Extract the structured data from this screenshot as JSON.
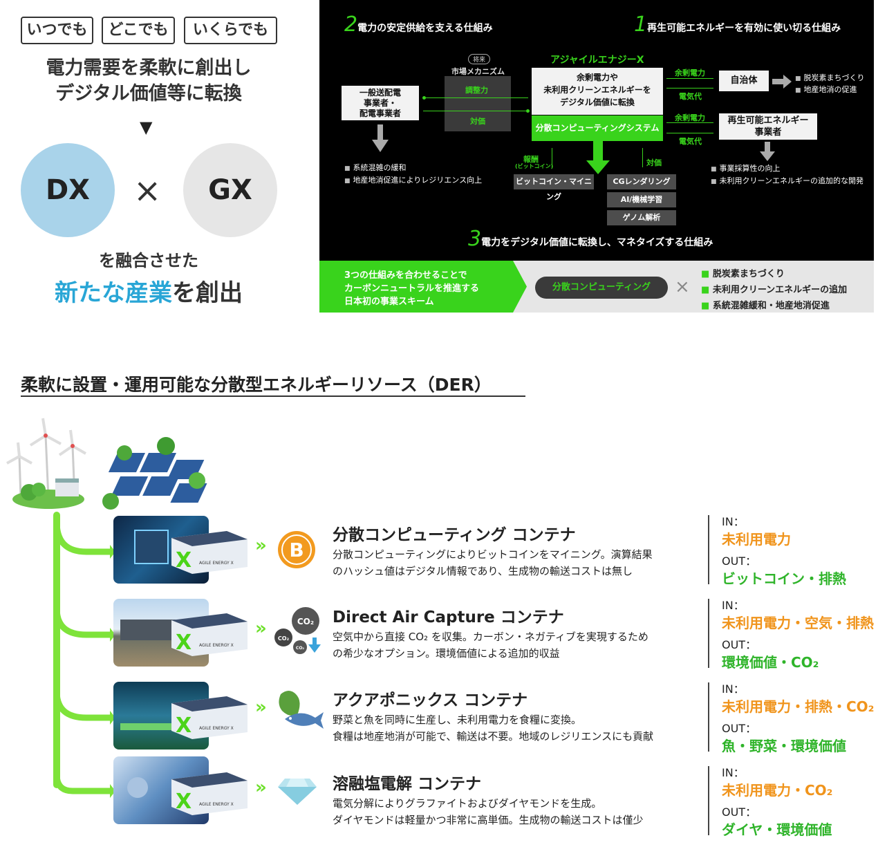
{
  "intro": {
    "keywords": [
      "いつでも",
      "どこでも",
      "いくらでも"
    ],
    "lead_line1": "電力需要を柔軟に創出し",
    "lead_line2": "デジタル価値等に転換",
    "arrow": "▼",
    "dx": "DX",
    "times": "×",
    "gx": "GX",
    "fuse": "を融合させた",
    "new_highlight": "新たな産業",
    "new_rest": "を創出",
    "colors": {
      "dx_circle": "#a9d3ea",
      "gx_circle": "#e6e6e6",
      "highlight": "#29a6d6"
    }
  },
  "diagram": {
    "title2_num": "2",
    "title2": "電力の安定供給を支える仕組み",
    "title1_num": "1",
    "title1": "再生可能エネルギーを有効に使い切る仕組み",
    "title3_num": "3",
    "title3": "電力をデジタル価値に転換し、マネタイズする仕組み",
    "future_tag": "将来",
    "market": "市場メカニズム",
    "adjust": "調整力",
    "value": "対価",
    "grid_box_l1": "一般送配電",
    "grid_box_l2": "事業者・",
    "grid_box_l3": "配電事業者",
    "grid_bullets": [
      "系統混雑の緩和",
      "地産地消促進によりレジリエンス向上"
    ],
    "center_name": "アジャイルエナジーX",
    "center_l1": "余剰電力や",
    "center_l2": "未利用クリーンエネルギーを",
    "center_l3": "デジタル価値に転換",
    "center_system": "分散コンピューティングシステム",
    "surplus1": "余剰電力",
    "fee1": "電気代",
    "surplus2": "余剰電力",
    "fee2": "電気代",
    "muni": "自治体",
    "muni_bullets": [
      "脱炭素まちづくり",
      "地産地消の促進"
    ],
    "re_l1": "再生可能エネルギー",
    "re_l2": "事業者",
    "re_bullets": [
      "事業採算性の向上",
      "未利用クリーンエネルギーの追加的な開発"
    ],
    "reward": "報酬",
    "reward_sub": "(ビットコイン)",
    "value2": "対価",
    "mining": "ビットコイン・マイニング",
    "services": [
      "CGレンダリング",
      "AI/機械学習",
      "ゲノム解析"
    ],
    "footer_l1": "3つの仕組みを合わせることで",
    "footer_l2": "カーボンニュートラルを推進する",
    "footer_l3": "日本初の事業スキーム",
    "footer_pill": "分散コンピューティング",
    "footer_times": "×",
    "footer_bullets": [
      "脱炭素まちづくり",
      "未利用クリーンエネルギーの追加",
      "系統混雑緩和・地産地消促進"
    ],
    "colors": {
      "green": "#39d31c",
      "dark": "#000000"
    }
  },
  "der": {
    "title": "柔軟に設置・運用可能な分散型エネルギーリソース（DER）",
    "in_label": "IN：",
    "out_label": "OUT：",
    "container_logo": "AGILE ENERGY X",
    "items": [
      {
        "title": "分散コンピューティング コンテナ",
        "desc1": "分散コンピューティングによりビットコインをマイニング。演算結果",
        "desc2": "のハッシュ値はデジタル情報であり、生成物の輸送コストは無し",
        "in": "未利用電力",
        "out": "ビットコイン・排熱",
        "icon": "bitcoin-icon"
      },
      {
        "title": "Direct Air Capture コンテナ",
        "desc1": "空気中から直接 CO₂ を収集。カーボン・ネガティブを実現するため",
        "desc2": "の希少なオプション。環境価値による追加的収益",
        "in": "未利用電力・空気・排熱",
        "out": "環境価値・CO₂",
        "icon": "co2-icon"
      },
      {
        "title": "アクアポニックス コンテナ",
        "desc1": "野菜と魚を同時に生産し、未利用電力を食糧に変換。",
        "desc2": "食糧は地産地消が可能で、輸送は不要。地域のレジリエンスにも貢献",
        "in": "未利用電力・排熱・CO₂",
        "out": "魚・野菜・環境価値",
        "icon": "fish-vegetable-icon"
      },
      {
        "title": "溶融塩電解 コンテナ",
        "desc1": "電気分解によりグラファイトおよびダイヤモンドを生成。",
        "desc2": "ダイヤモンドは軽量かつ非常に高単価。生成物の輸送コストは僅少",
        "in": "未利用電力・CO₂",
        "out": "ダイヤ・環境価値",
        "icon": "diamond-icon"
      }
    ],
    "chevron": "»",
    "co2": "CO₂",
    "colors": {
      "in": "#f0941c",
      "out": "#2fb42a",
      "tree": "#7ee33a"
    }
  }
}
